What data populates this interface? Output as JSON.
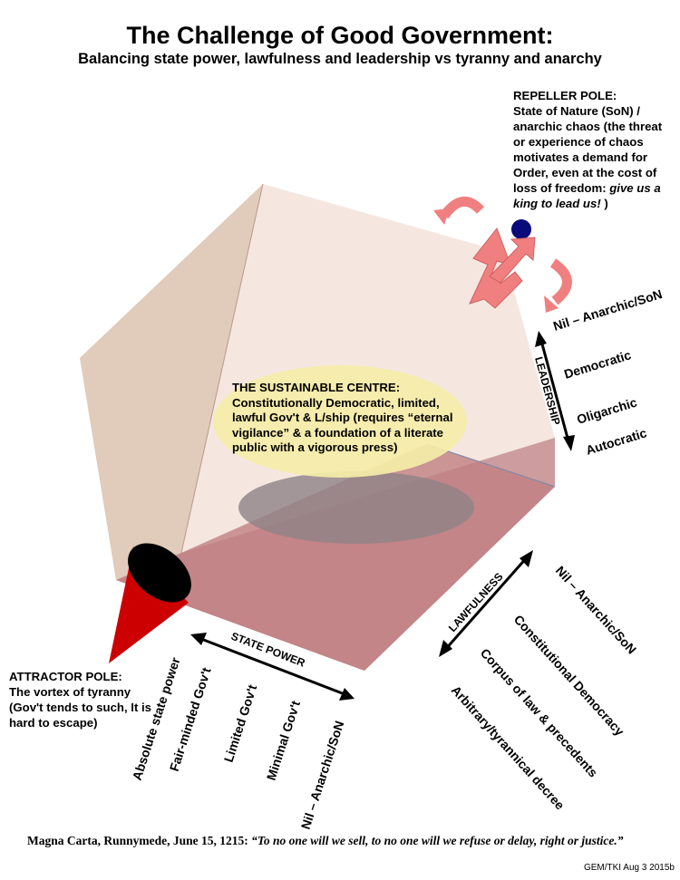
{
  "title": "The Challenge of Good Government:",
  "subtitle": "Balancing state power, lawfulness and leadership vs tyranny and anarchy",
  "repeller": {
    "heading": "REPELLER POLE:",
    "text": "State of Nature (SoN) / anarchic chaos (the threat or experience of chaos motivates a demand for Order, even at the cost of loss of freedom: ",
    "italic": "give us a king to lead us!",
    "tail": " )"
  },
  "attractor": {
    "heading": "ATTRACTOR POLE:",
    "text": "The vortex of tyranny (Gov't tends to such, It is hard to escape)"
  },
  "centre": {
    "heading": "THE SUSTAINABLE CENTRE:",
    "text": "Constitutionally Democratic, limited, lawful Gov't & L/ship (requires “eternal vigilance” & a foundation of a literate public with a vigorous press)"
  },
  "axes": {
    "leadership": {
      "title": "LEADERSHIP",
      "levels": [
        "Nil – Anarchic/SoN",
        "Democratic",
        "Oligarchic",
        "Autocratic"
      ]
    },
    "lawfulness": {
      "title": "LAWFULNESS",
      "levels": [
        "Nil – Anarchic/SoN",
        "Constitutional Democracy",
        "Corpus of law & precedents",
        "Arbitrary/tyrannical decree"
      ]
    },
    "state_power": {
      "title": "STATE POWER",
      "levels": [
        "Absolute state power",
        "Fair-minded Gov't",
        "Limited Gov't",
        "Minimal Gov't",
        "Nil – Anarchic/SoN"
      ]
    }
  },
  "quote": {
    "source": "Magna Carta, Runnymede, June 15, 1215: ",
    "text": "“To no one will we sell, to no one will we refuse or delay, right or justice.”"
  },
  "credit": "GEM/TKI Aug 3 2015b",
  "colors": {
    "cube_face_top": "#f1ddd3",
    "cube_face_left": "#dcc2ae",
    "cube_face_bottom": "#c48b8d",
    "centre_ellipse": "#f5eda8",
    "shadow_ellipse": "#8f8287",
    "cone": "#cc0000",
    "arrows": "#f08080",
    "pole_dot": "#0a0a7a"
  }
}
